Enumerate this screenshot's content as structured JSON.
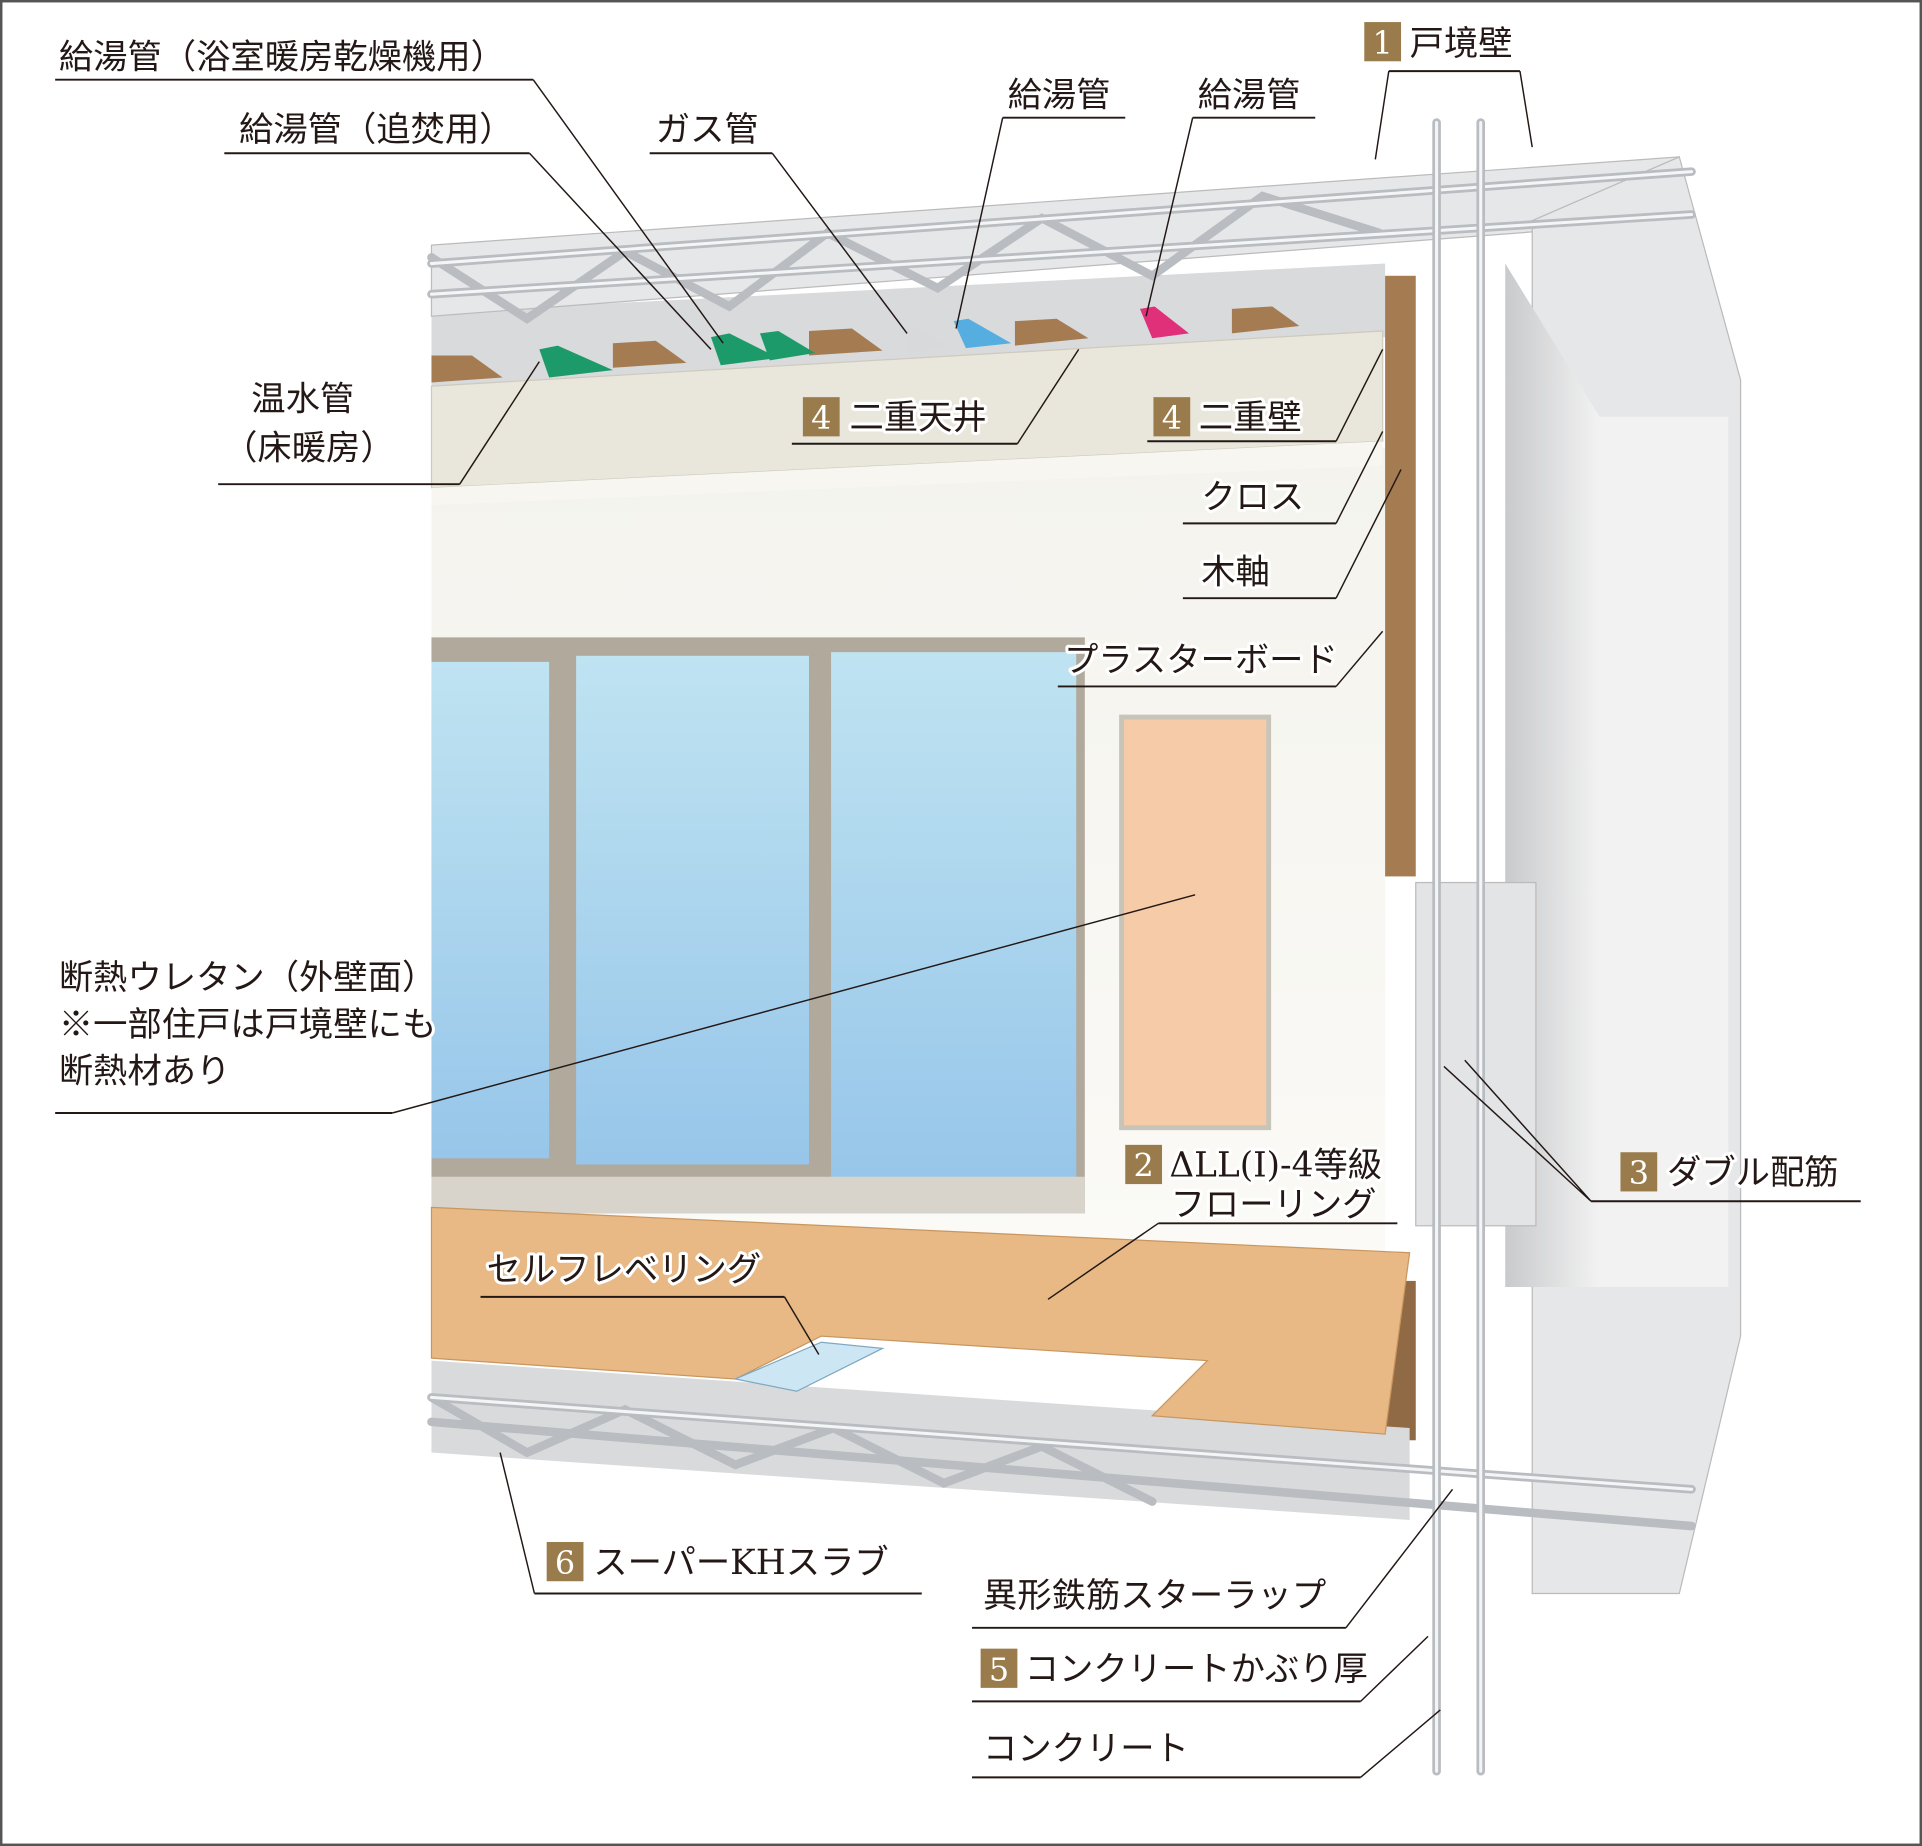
{
  "colors": {
    "badge": "#9a7c4c",
    "concrete": "#e6e7e8",
    "wood_floor": "#e8b985",
    "glass": "#a9d3ea",
    "insulation": "#f6cba8",
    "stud": "#a57c52",
    "ceiling_board": "#e9e6dc"
  },
  "labels": {
    "hot_water_bath": "給湯管（浴室暖房乾燥機用）",
    "hot_water_reheat": "給湯管（追焚用）",
    "gas_pipe": "ガス管",
    "hot_water_1": "給湯管",
    "hot_water_2": "給湯管",
    "party_wall": {
      "num": "1",
      "text": "戸境壁"
    },
    "warm_water_line1": "温水管",
    "warm_water_line2": "（床暖房）",
    "double_ceiling": {
      "num": "4",
      "text": "二重天井"
    },
    "double_wall": {
      "num": "4",
      "text": "二重壁"
    },
    "cloth": "クロス",
    "wood_frame": "木軸",
    "plasterboard": "プラスターボード",
    "insulation_line1": "断熱ウレタン（外壁面）",
    "insulation_line2": "※一部住戸は戸境壁にも",
    "insulation_line3": "断熱材あり",
    "flooring": {
      "num": "2",
      "text": "ΔLL(I)-4等級",
      "text2": "フローリング"
    },
    "self_leveling": "セルフレベリング",
    "double_rebar": {
      "num": "3",
      "text": "ダブル配筋"
    },
    "slab": {
      "num": "6",
      "text": "スーパーKHスラブ"
    },
    "stirrup": "異形鉄筋スターラップ",
    "cover": {
      "num": "5",
      "text": "コンクリートかぶり厚"
    },
    "concrete": "コンクリート"
  }
}
